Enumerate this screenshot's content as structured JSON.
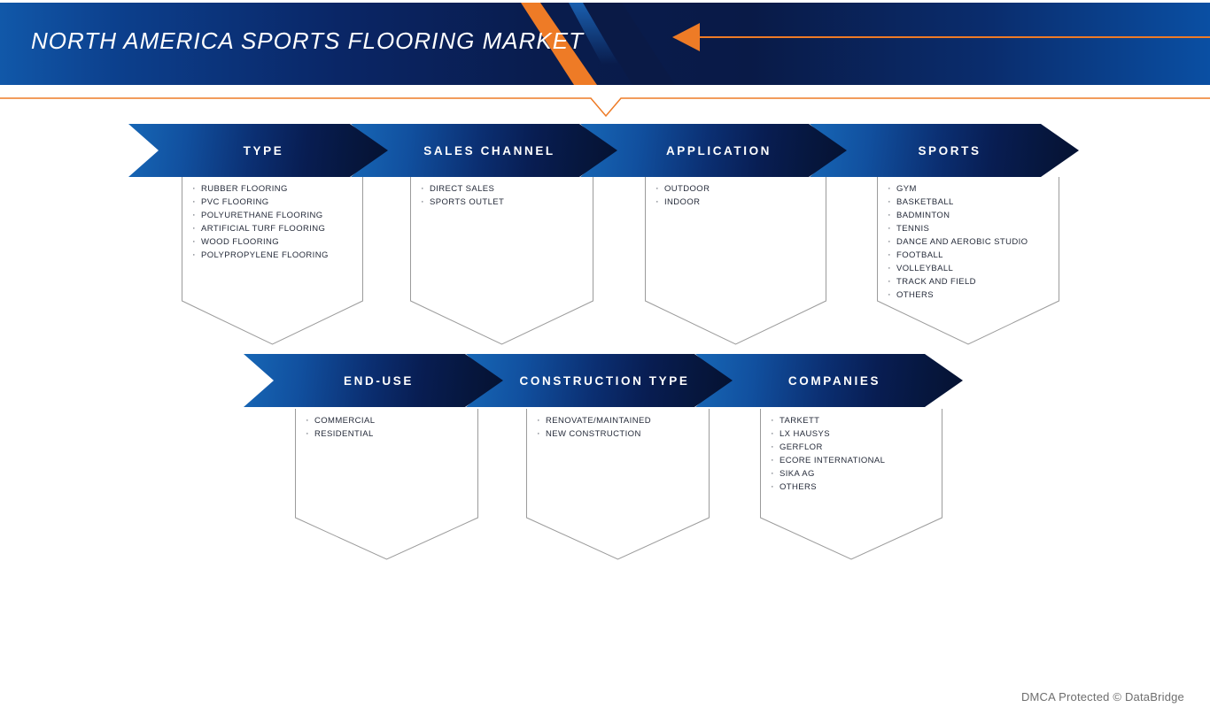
{
  "header": {
    "title": "NORTH AMERICA SPORTS FLOORING MARKET"
  },
  "segment_rows": [
    [
      {
        "label": "TYPE",
        "items": [
          "RUBBER FLOORING",
          "PVC FLOORING",
          "POLYURETHANE FLOORING",
          "ARTIFICIAL TURF FLOORING",
          "WOOD FLOORING",
          "POLYPROPYLENE FLOORING"
        ]
      },
      {
        "label": "SALES CHANNEL",
        "items": [
          "DIRECT SALES",
          "SPORTS OUTLET"
        ]
      },
      {
        "label": "APPLICATION",
        "items": [
          "OUTDOOR",
          "INDOOR"
        ]
      },
      {
        "label": "SPORTS",
        "items": [
          "GYM",
          "BASKETBALL",
          "BADMINTON",
          "TENNIS",
          "DANCE AND AEROBIC STUDIO",
          "FOOTBALL",
          "VOLLEYBALL",
          "TRACK AND FIELD",
          "OTHERS"
        ]
      }
    ],
    [
      {
        "label": "END-USE",
        "items": [
          "COMMERCIAL",
          "RESIDENTIAL"
        ]
      },
      {
        "label": "CONSTRUCTION TYPE",
        "items": [
          "RENOVATE/MAINTAINED",
          "NEW CONSTRUCTION"
        ]
      },
      {
        "label": "COMPANIES",
        "items": [
          "TARKETT",
          "LX HAUSYS",
          "GERFLOR",
          "ECORE INTERNATIONAL",
          "SIKA AG",
          "OTHERS"
        ]
      }
    ]
  ],
  "footer": {
    "credit": "DMCA Protected © DataBridge"
  },
  "colors": {
    "accent_orange": "#EE7B26",
    "banner_navy": "#0A1C4D",
    "banner_blue": "#1157A9",
    "arrow_blue_start": "#1767B6",
    "arrow_navy_end": "#051231",
    "panel_border": "#9B9B9B",
    "item_text": "#252B3A",
    "credit_text": "#6E6E6E"
  }
}
